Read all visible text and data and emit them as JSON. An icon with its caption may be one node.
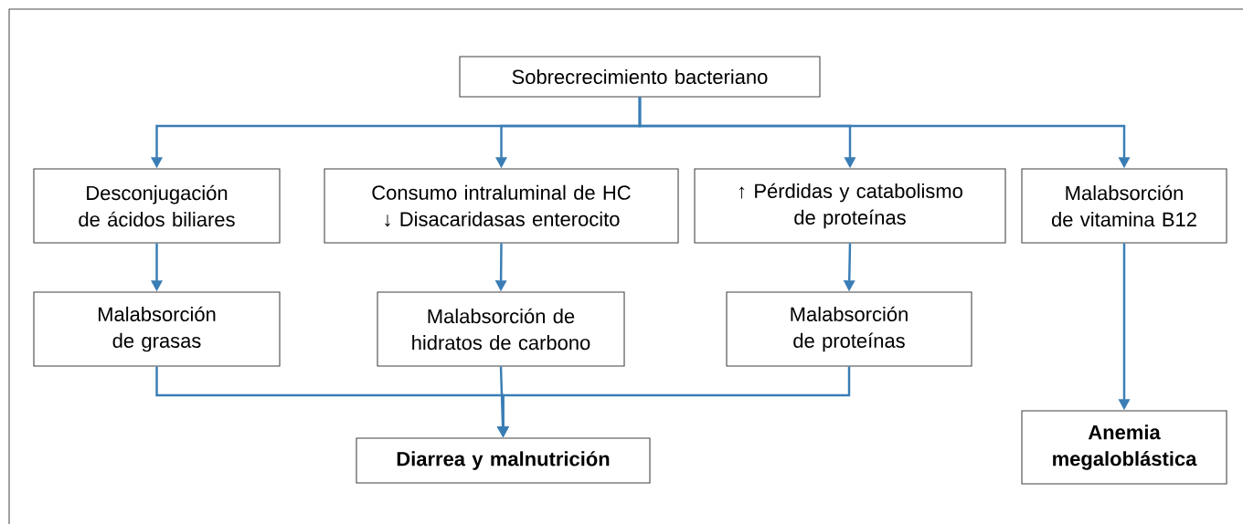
{
  "diagram": {
    "nodes": [
      {
        "text": [
          "Sobrecrecimiento bacteriano"
        ]
      },
      {
        "text": [
          "Desconjugación de ácidos biliares"
        ]
      },
      {
        "text": [
          "Consumo intraluminal de HC",
          "↓ Disacaridasas enterocito"
        ]
      },
      {
        "text": [
          "↑ Pérdidas y catabolismo de proteínas"
        ]
      },
      {
        "text": [
          "Malabsorción de vitamina B12"
        ]
      },
      {
        "text": [
          "Malabsorción de grasas"
        ]
      },
      {
        "text": [
          "Malabsorción de hidratos de carbono"
        ]
      },
      {
        "text": [
          "Malabsorción de proteínas"
        ]
      },
      {
        "text": [
          "Diarrea y malnutrición"
        ]
      },
      {
        "text": [
          "Anemia megaloblástica"
        ]
      }
    ],
    "edges": [
      {
        "from": 0,
        "to": 1,
        "arrow": "to"
      },
      {
        "from": 0,
        "to": 2,
        "arrow": "to"
      },
      {
        "from": 0,
        "to": 3,
        "arrow": "to"
      },
      {
        "from": 0,
        "to": 4,
        "arrow": "to"
      },
      {
        "from": 1,
        "to": 5,
        "arrow": "to"
      },
      {
        "from": 2,
        "to": 6,
        "arrow": "to"
      },
      {
        "from": 3,
        "to": 7,
        "arrow": "to"
      },
      {
        "from": 4,
        "to": 9,
        "arrow": "to"
      },
      {
        "from": 5,
        "to": 8,
        "arrow": "to"
      },
      {
        "from": 6,
        "to": 8,
        "arrow": "to"
      },
      {
        "from": 7,
        "to": 8,
        "arrow": "to"
      }
    ]
  }
}
